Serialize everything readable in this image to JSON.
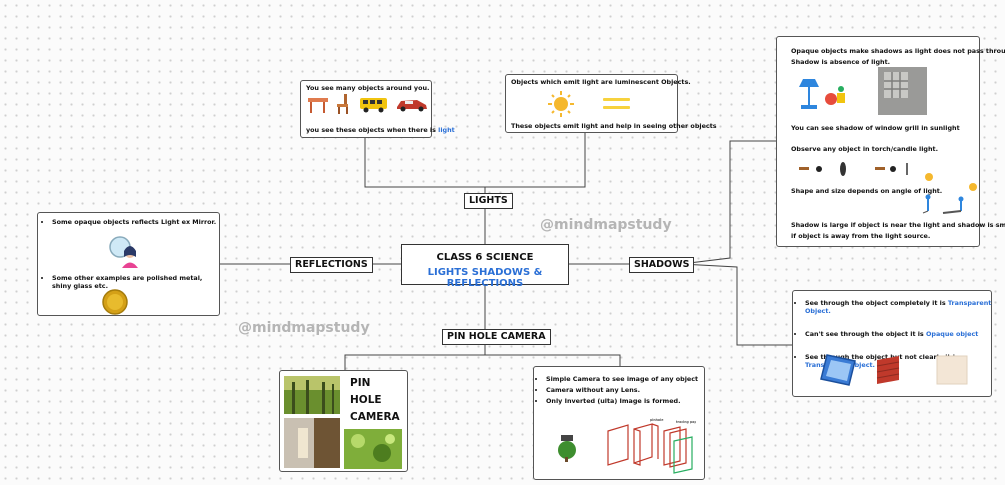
{
  "center": {
    "line1": "CLASS 6 SCIENCE",
    "line2": "LIGHTS SHADOWS & REFLECTIONS"
  },
  "branches": {
    "lights": "LIGHTS",
    "reflections": "REFLECTIONS",
    "shadows": "SHADOWS",
    "pinhole": "PIN HOLE CAMERA"
  },
  "watermark": "@mindmapstudy",
  "lights_box1": {
    "line1": "You see many objects around you.",
    "line2_prefix": "you see these objects when there is ",
    "line2_highlight": "light"
  },
  "lights_box2": {
    "line1": "Objects which emit light are luminescent Objects.",
    "line2": "These objects emit light and help in seeing other objects"
  },
  "reflections_box": {
    "item1": "Some opaque objects reflects Light ex Mirror.",
    "item2": "Some other examples are polished metal, shiny glass etc."
  },
  "shadows_box1": {
    "line1": "Opaque objects make shadows as light does not pass through it",
    "line2": "Shadow is absence of light.",
    "line3": "You can see shadow of window grill in sunlight",
    "line4": "Observe any object in torch/candle light.",
    "line5": "Shape and size depends on angle of light.",
    "line6": "Shadow is large if object is near the light and shadow is small .",
    "line7": "if object is away from the light source."
  },
  "shadows_box2": {
    "item1_prefix": "See through the object completely it is ",
    "item1_highlight": "Transparent Object.",
    "item2_prefix": "Can't see through the object it is ",
    "item2_highlight": "Opaque object",
    "item3_prefix": "See through the object but not clearly it is ",
    "item3_highlight": "Translucent Object."
  },
  "pinhole_box1": {
    "title": "PIN HOLE CAMERA IN NATURE"
  },
  "pinhole_box2": {
    "item1": "Simple Camera to see image of any  object",
    "item2": "Camera without any Lens.",
    "item3": "Only Inverted (ulta) Image is formed."
  },
  "colors": {
    "highlight": "#2a6fd6",
    "line": "#444444",
    "watermark": "#b5b5b5"
  }
}
